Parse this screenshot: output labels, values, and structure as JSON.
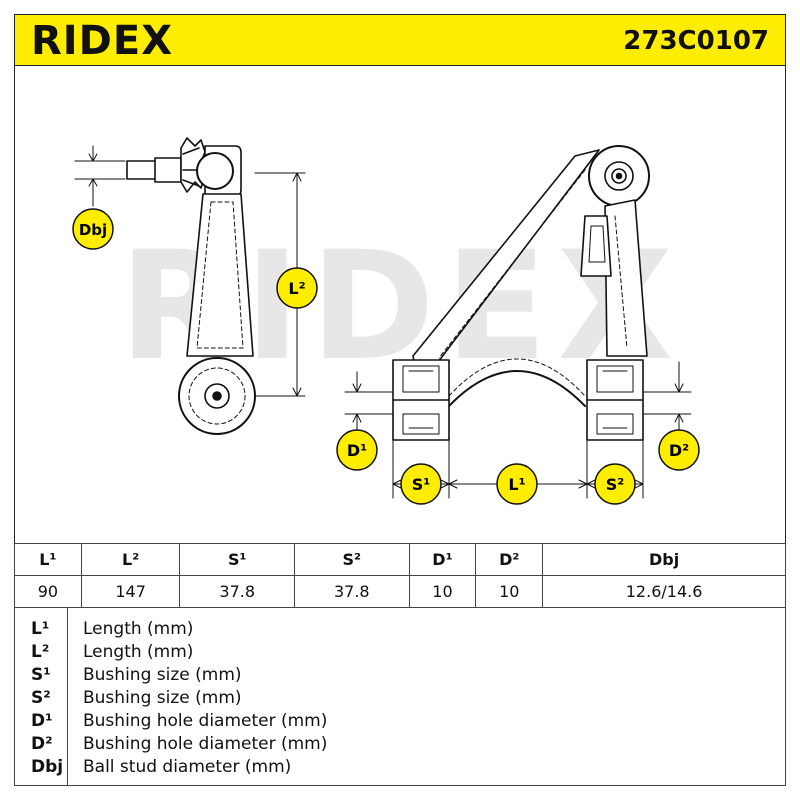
{
  "header": {
    "brand": "RIDEX",
    "part_number": "273C0107",
    "background_color": "#ffed00"
  },
  "drawing": {
    "watermark": "RIDEX",
    "badge_color": "#ffed00",
    "labels": {
      "Dbj": "Dbj",
      "L2": "L²",
      "D1": "D¹",
      "D2": "D²",
      "S1": "S¹",
      "L1": "L¹",
      "S2": "S²"
    }
  },
  "specs": {
    "headers": [
      "L¹",
      "L²",
      "S¹",
      "S²",
      "D¹",
      "D²",
      "Dbj"
    ],
    "values": [
      "90",
      "147",
      "37.8",
      "37.8",
      "10",
      "10",
      "12.6/14.6"
    ]
  },
  "legend": {
    "items": [
      {
        "symbol": "L¹",
        "description": "Length (mm)"
      },
      {
        "symbol": "L²",
        "description": "Length (mm)"
      },
      {
        "symbol": "S¹",
        "description": "Bushing size (mm)"
      },
      {
        "symbol": "S²",
        "description": "Bushing size (mm)"
      },
      {
        "symbol": "D¹",
        "description": "Bushing hole diameter (mm)"
      },
      {
        "symbol": "D²",
        "description": "Bushing hole diameter (mm)"
      },
      {
        "symbol": "Dbj",
        "description": "Ball stud diameter (mm)"
      }
    ]
  }
}
